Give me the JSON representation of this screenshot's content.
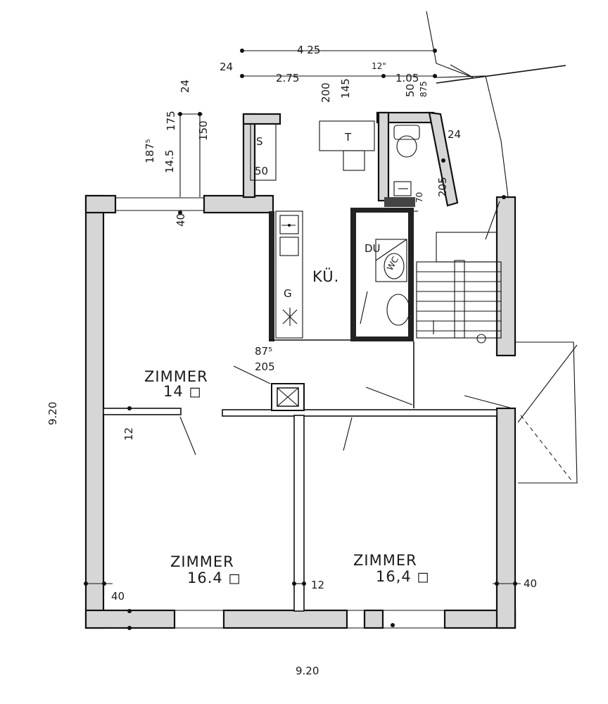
{
  "rooms": {
    "zimmer_top": {
      "name": "ZIMMER",
      "area": "14 ◻"
    },
    "zimmer_left": {
      "name": "ZIMMER",
      "area": "16.4 ◻"
    },
    "zimmer_right": {
      "name": "ZIMMER",
      "area": "16,4 ◻"
    },
    "kitchen": {
      "name": "KÜ."
    },
    "bath": {
      "name": "DU"
    },
    "wc": {
      "name": "WC"
    }
  },
  "fixtures": {
    "s": "S",
    "t": "T",
    "g": "G",
    "wc_small": "W"
  },
  "dimensions": {
    "overall_width_bottom": "9.20",
    "overall_height_left": "9.20",
    "top_425": "4.25",
    "top_425_crossed": "4 25",
    "d24_top": "24",
    "d275": "2.75",
    "d12_top": "12\"",
    "d105": "1.05",
    "d200": "200",
    "d145_top": "145",
    "d50_top": "50",
    "d875_top": "875",
    "d24_right": "24",
    "d24_left": "24",
    "d187": "187⁵",
    "d175": "175",
    "d145_left": "14.5",
    "d150": "150",
    "d40_left": "40",
    "d50_kitchen": "50",
    "d205_right": "205",
    "d70": "70",
    "d875_mid": "87⁵",
    "d205_mid": "205",
    "d12_left": "12",
    "d40_bl": "40",
    "d12_mid": "12",
    "d40_br": "40"
  }
}
